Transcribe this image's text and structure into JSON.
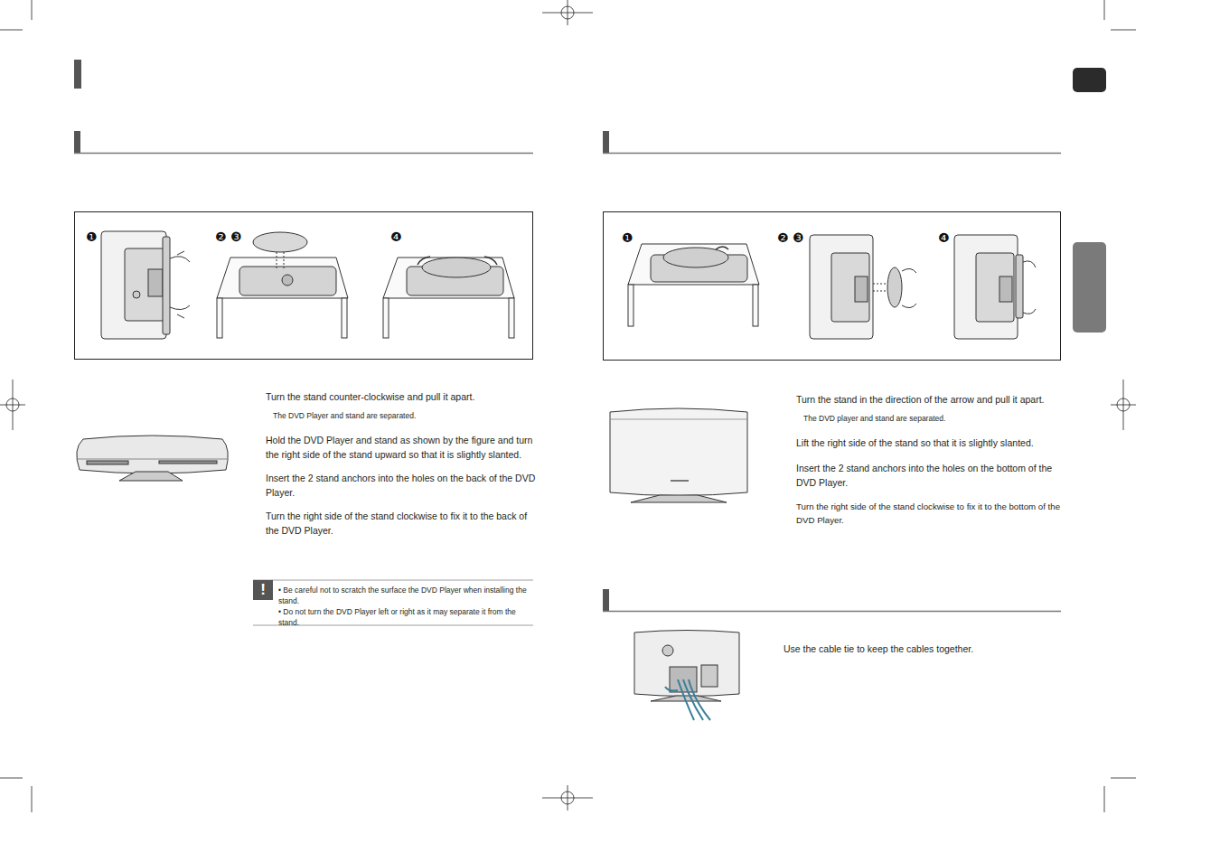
{
  "diagram": {
    "nodes": [
      {
        "text": [
          "❶",
          "❷ ❸",
          "❹"
        ]
      },
      {
        "text": [
          "❶",
          "❷ ❸",
          "❹"
        ]
      },
      {
        "text": [
          "!"
        ]
      }
    ],
    "labels": [
      "Turn the stand counter-clockwise and pull it apart.",
      "The DVD Player and stand are separated.",
      "Hold the DVD Player and stand as shown by the figure and turn the right side of the stand upward so that it is slightly slanted.",
      "Insert the 2 stand anchors into the holes on the back of the DVD Player.",
      "Turn the right side of the stand clockwise to fix it to the back of the DVD Player.",
      "• Be careful not to scratch the surface the DVD Player when installing the stand.",
      "• Do not turn the DVD Player left or right as it may separate it from the stand.",
      "Turn the stand in the direction of the arrow and pull it apart.",
      "The DVD player and stand are separated.",
      "Lift the right side of the stand so that it is slightly slanted.",
      "Insert the 2 stand anchors into the holes on the bottom of the DVD Player.",
      "Turn the right side of the stand clockwise to fix it to the bottom of the DVD Player.",
      "Use the cable tie to keep the cables together."
    ]
  }
}
